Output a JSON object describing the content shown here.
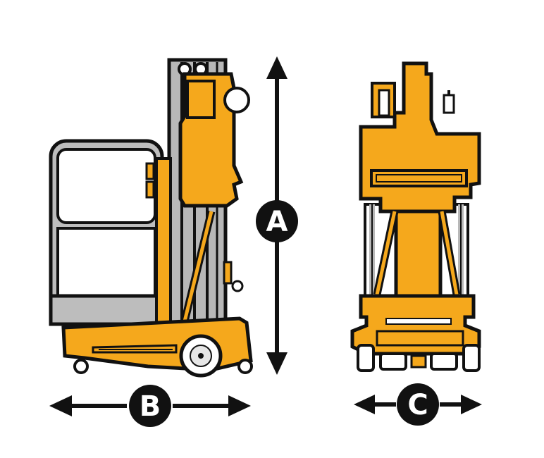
{
  "labels": {
    "a": "A",
    "b": "B",
    "c": "C"
  },
  "colors": {
    "machine": "#f5a81c",
    "outline": "#111111",
    "mast_gray": "#b8b8b8",
    "cage_gray": "#bdbdbd",
    "badge": "#111111",
    "badge_text": "#ffffff"
  }
}
